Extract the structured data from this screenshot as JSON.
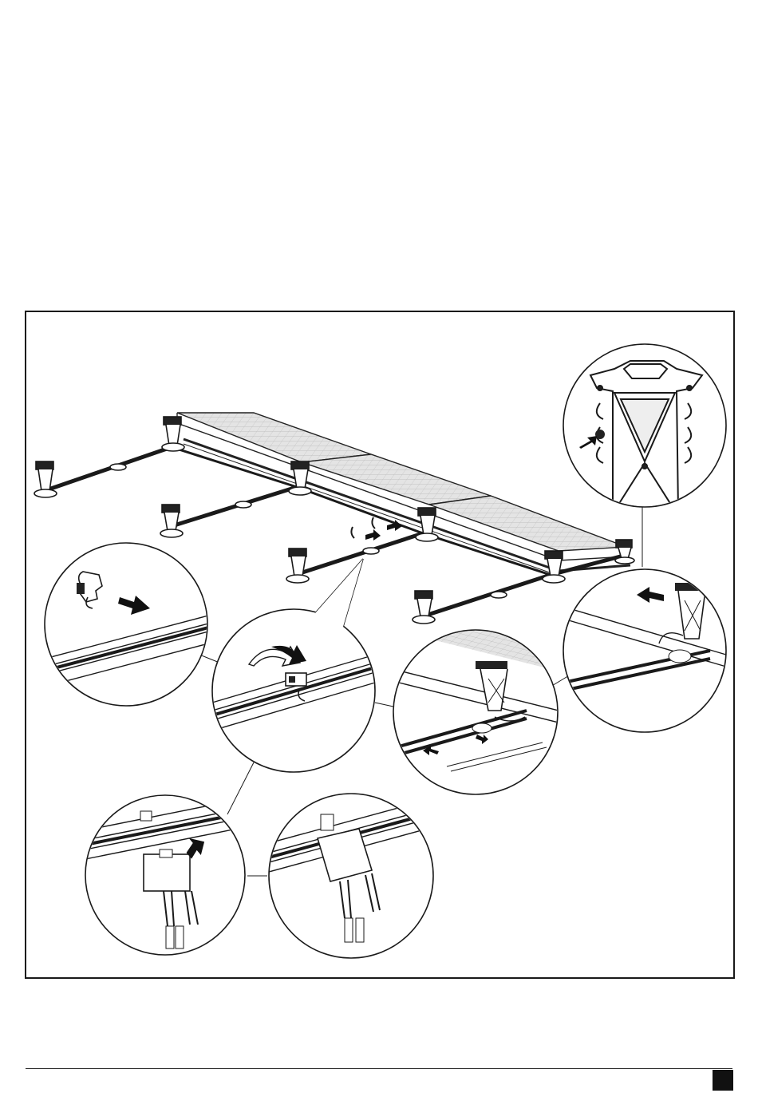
{
  "page": {
    "page_number": ""
  },
  "figure": {
    "main_view": "panel-array-on-ballast-feet",
    "details": [
      "clip-slide-onto-rail",
      "clip-rotate-onto-rail",
      "foot-cable-routing",
      "foot-cable-routing-2",
      "optimizer-mount-arrow",
      "optimizer-mounted",
      "foot-top-view"
    ],
    "icons": [
      "arrow-icon",
      "curved-arrow-icon",
      "clip-icon",
      "optimizer-icon",
      "foot-icon"
    ]
  },
  "colors": {
    "line": "#1a1a1a",
    "panel": "#d9d9d9",
    "fill": "#ffffff"
  }
}
